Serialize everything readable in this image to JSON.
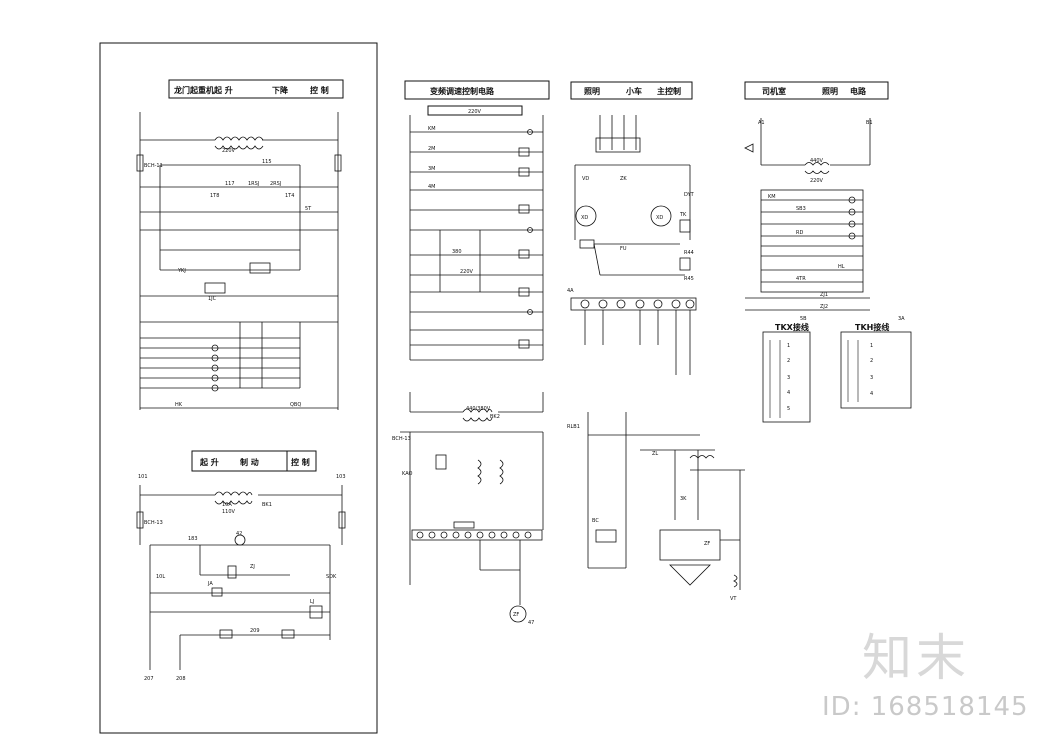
{
  "panels": {
    "left_top": {
      "title_parts": [
        "龙门起重机",
        "起 升",
        "下降",
        "控 制"
      ],
      "labels": [
        "220V",
        "115",
        "117",
        "1RSJ",
        "2RSJ",
        "1T8",
        "1T4",
        "5T",
        "YKJ",
        "1JC",
        "HK",
        "QBQ",
        "BCH-11"
      ]
    },
    "left_bottom": {
      "title_parts": [
        "起 升",
        "制 动",
        "控 制"
      ],
      "labels": [
        "101",
        "103",
        "10A",
        "BK1",
        "110V",
        "BCH-13",
        "183",
        "42",
        "ZJ",
        "LJ",
        "207",
        "208",
        "209",
        "10L",
        "SDK",
        "JA"
      ]
    },
    "mid_left": {
      "title": "变频调速控制电路",
      "voltage": "220V",
      "labels": [
        "KM",
        "2M",
        "3M",
        "4M",
        "380",
        "220V",
        "440/380V",
        "BK2",
        "BCH-13",
        "ZF",
        "47",
        "KAO"
      ]
    },
    "mid_right": {
      "title_parts": [
        "照明",
        "小车",
        "主控制"
      ],
      "terminal_label": "4A",
      "labels": [
        "XD",
        "XD",
        "VD",
        "ZK",
        "DYT",
        "TK",
        "FU",
        "R44",
        "R45",
        "BC",
        "ZL",
        "ZF",
        "RLB1",
        "3K",
        "VT"
      ]
    },
    "right": {
      "title_parts": [
        "司机室",
        "照明",
        "电路"
      ],
      "labels": [
        "A1",
        "B1",
        "440V",
        "220V",
        "KM",
        "SB3",
        "HL",
        "RD",
        "ZJ1",
        "ZJ2",
        "4TR"
      ],
      "table_tkx": {
        "title": "TKX接线",
        "label": "5B",
        "rows": [
          "1",
          "2",
          "3",
          "4",
          "5"
        ]
      },
      "table_tkh": {
        "title": "TKH接线",
        "label": "3A",
        "rows": [
          "1",
          "2",
          "3",
          "4"
        ]
      }
    }
  },
  "watermark": {
    "logo_text": "知末",
    "id_text": "ID: 168518145"
  }
}
